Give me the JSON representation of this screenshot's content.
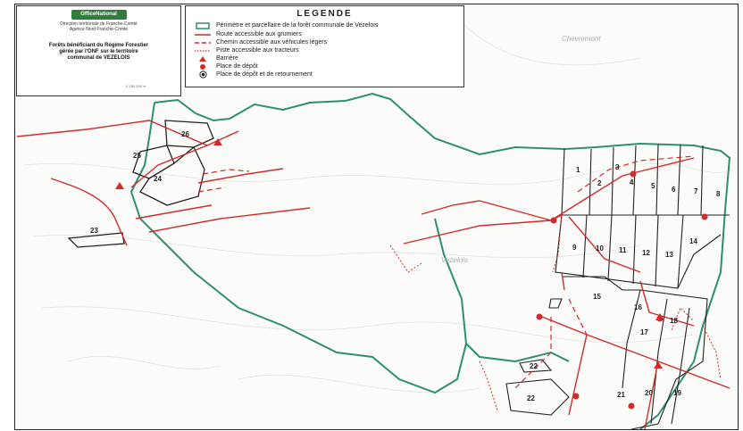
{
  "title_block": {
    "logo_text": "OfficeNational",
    "direction_line1": "Direction territoriale de Franche-Comté",
    "direction_line2": "Agence Nord Franche-Comté",
    "forest_title_line1": "Forêts bénéficiant du Régime Forestier",
    "forest_title_line2": "gérée par l'ONF sur le territoire",
    "forest_title_line3": "communal de VEZELOIS",
    "scale_text": "0     250    500 m"
  },
  "legend": {
    "title": "LEGENDE",
    "items": [
      {
        "label": "Périmètre et parcellaire de la forêt communale de Vezelois",
        "symbol": "perimeter-box"
      },
      {
        "label": "Route accessible aux grumiers",
        "symbol": "solid-red-line"
      },
      {
        "label": "Chemin accessible aux véhicules légers",
        "symbol": "dashed-red-line"
      },
      {
        "label": "Piste accessible aux tracteurs",
        "symbol": "dotted-red-line"
      },
      {
        "label": "Barrière",
        "symbol": "red-triangle"
      },
      {
        "label": "Place de dépôt",
        "symbol": "red-dot"
      },
      {
        "label": "Place de dépôt et de retournement",
        "symbol": "ringed-dot"
      }
    ]
  },
  "place_names": [
    "Chevremont",
    "Vezelois"
  ],
  "parcels": [
    "1",
    "2",
    "3",
    "4",
    "5",
    "6",
    "7",
    "8",
    "9",
    "10",
    "11",
    "12",
    "13",
    "14",
    "15",
    "16",
    "17",
    "18",
    "19",
    "20",
    "21",
    "22",
    "22",
    "23",
    "24",
    "25",
    "26"
  ],
  "colors": {
    "perimeter": "#2f8f6a",
    "road": "#d22b2b",
    "parcel_line": "#222222"
  }
}
